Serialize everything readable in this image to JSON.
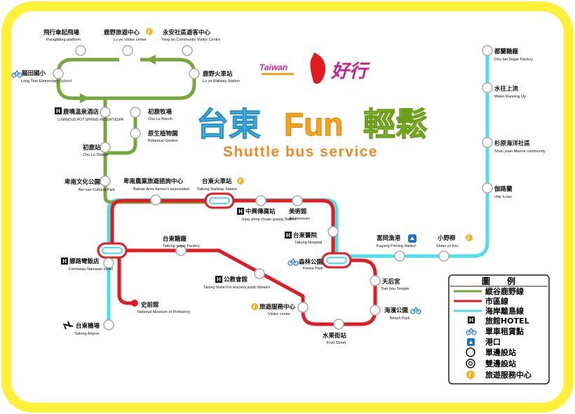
{
  "header": {
    "logo_small_text": "Taiwan",
    "logo_slogan": "好行",
    "title_cn": "台東",
    "title_fun": "Fun",
    "title_cn2": "輕鬆",
    "subtitle": "Shuttle bus service"
  },
  "colors": {
    "frame": "#fff13a",
    "green": "#76a73a",
    "red": "#e21b23",
    "cyan": "#4fdde8",
    "title_cyan": "#5ac6ea",
    "title_orange": "#f6a21a",
    "title_green": "#9ccf3b",
    "subtitle_orange": "#f08a24",
    "visitor": "#f2b31e",
    "harbor": "#1f6fc6",
    "bike": "#2a7fd6"
  },
  "stations": {
    "paragliding": {
      "zh": "飛行傘起飛場",
      "en": "Paragliding platform"
    },
    "luye_visitor": {
      "zh": "鹿野旅遊中心",
      "en": "Lu ye Visitor center"
    },
    "yongan": {
      "zh": "永安社區遊客中心",
      "en": "Yong an Community Visitor Centre"
    },
    "longtian": {
      "zh": "龍田國小",
      "en": "Long Tian Elementary School"
    },
    "luye_rail": {
      "zh": "鹿野火車站",
      "en": "Lu ye Railway Station"
    },
    "luming": {
      "zh": "鹿鳴溫泉酒店",
      "en": "LUMINOUS HOT SPRING RESORT&SPA"
    },
    "chulu_ranch": {
      "zh": "初鹿牧場",
      "en": "Chu Lu Ranch"
    },
    "botanical": {
      "zh": "原生植物園",
      "en": "Botanical Garden"
    },
    "chulu": {
      "zh": "初鹿站",
      "en": "Chu Lu Station"
    },
    "beinan_park": {
      "zh": "卑南文化公園",
      "en": "Bei nan Cultural Park"
    },
    "beinan_farm": {
      "zh": "卑南農業旅遊諮詢中心",
      "en": "Bainan Area farmer's association"
    },
    "taitung_rail": {
      "zh": "台東火車站",
      "en": "Taitung Railway Station"
    },
    "jungshing": {
      "zh": "中興傳廣站",
      "en": "Jung shing chuan guang Station"
    },
    "art": {
      "zh": "美術館",
      "en": "Art museum"
    },
    "sugar_factory": {
      "zh": "台東糖廠",
      "en": "Taitung sugar Factory"
    },
    "hospital": {
      "zh": "台東醫院",
      "en": "Taitung Hospital"
    },
    "fugang": {
      "zh": "富岡漁港",
      "en": "Fugang Fishing Harbor"
    },
    "xiaoyeliu": {
      "zh": "小野柳",
      "en": "Shiau ye liou"
    },
    "formosan": {
      "zh": "娜路彎飯店",
      "en": "Formosan Naruwan Hotel"
    },
    "forest": {
      "zh": "森林公園",
      "en": "Forest Park"
    },
    "tianhou": {
      "zh": "天后宮",
      "en": "Tian hou Temple"
    },
    "hostel": {
      "zh": "公教會館",
      "en": "Taitung Hostel For teachers public Workers"
    },
    "visitor_center": {
      "zh": "旅遊服務中心",
      "en": "Visitor center"
    },
    "beach": {
      "zh": "海濱公園",
      "en": "Beach Park"
    },
    "prehistory": {
      "zh": "史前館",
      "en": "National Museum of Prehistory"
    },
    "airport": {
      "zh": "台東機場",
      "en": "Taitung Airport"
    },
    "fruit": {
      "zh": "水果街站",
      "en": "Fruit Street"
    },
    "doulan": {
      "zh": "都蘭糖廠",
      "en": "Dou lan Sugar Factory"
    },
    "water_up": {
      "zh": "水往上流",
      "en": "Water Running Up"
    },
    "shanyuan": {
      "zh": "杉原海洋社區",
      "en": "Shan yuan Marine community"
    },
    "chielu": {
      "zh": "伽路蘭",
      "en": "chie lu lan"
    }
  },
  "legend": {
    "title": "圖　　例",
    "line_green": "縱谷鹿野線",
    "line_red": "市區線",
    "line_cyan": "海岸離島線",
    "hotel": "旅館HOTEL",
    "bike": "單車租賃點",
    "harbor": "港口",
    "single": "單邊設站",
    "double": "雙邊設站",
    "visitor": "旅遊服務中心",
    "hotel_glyph": "H"
  }
}
